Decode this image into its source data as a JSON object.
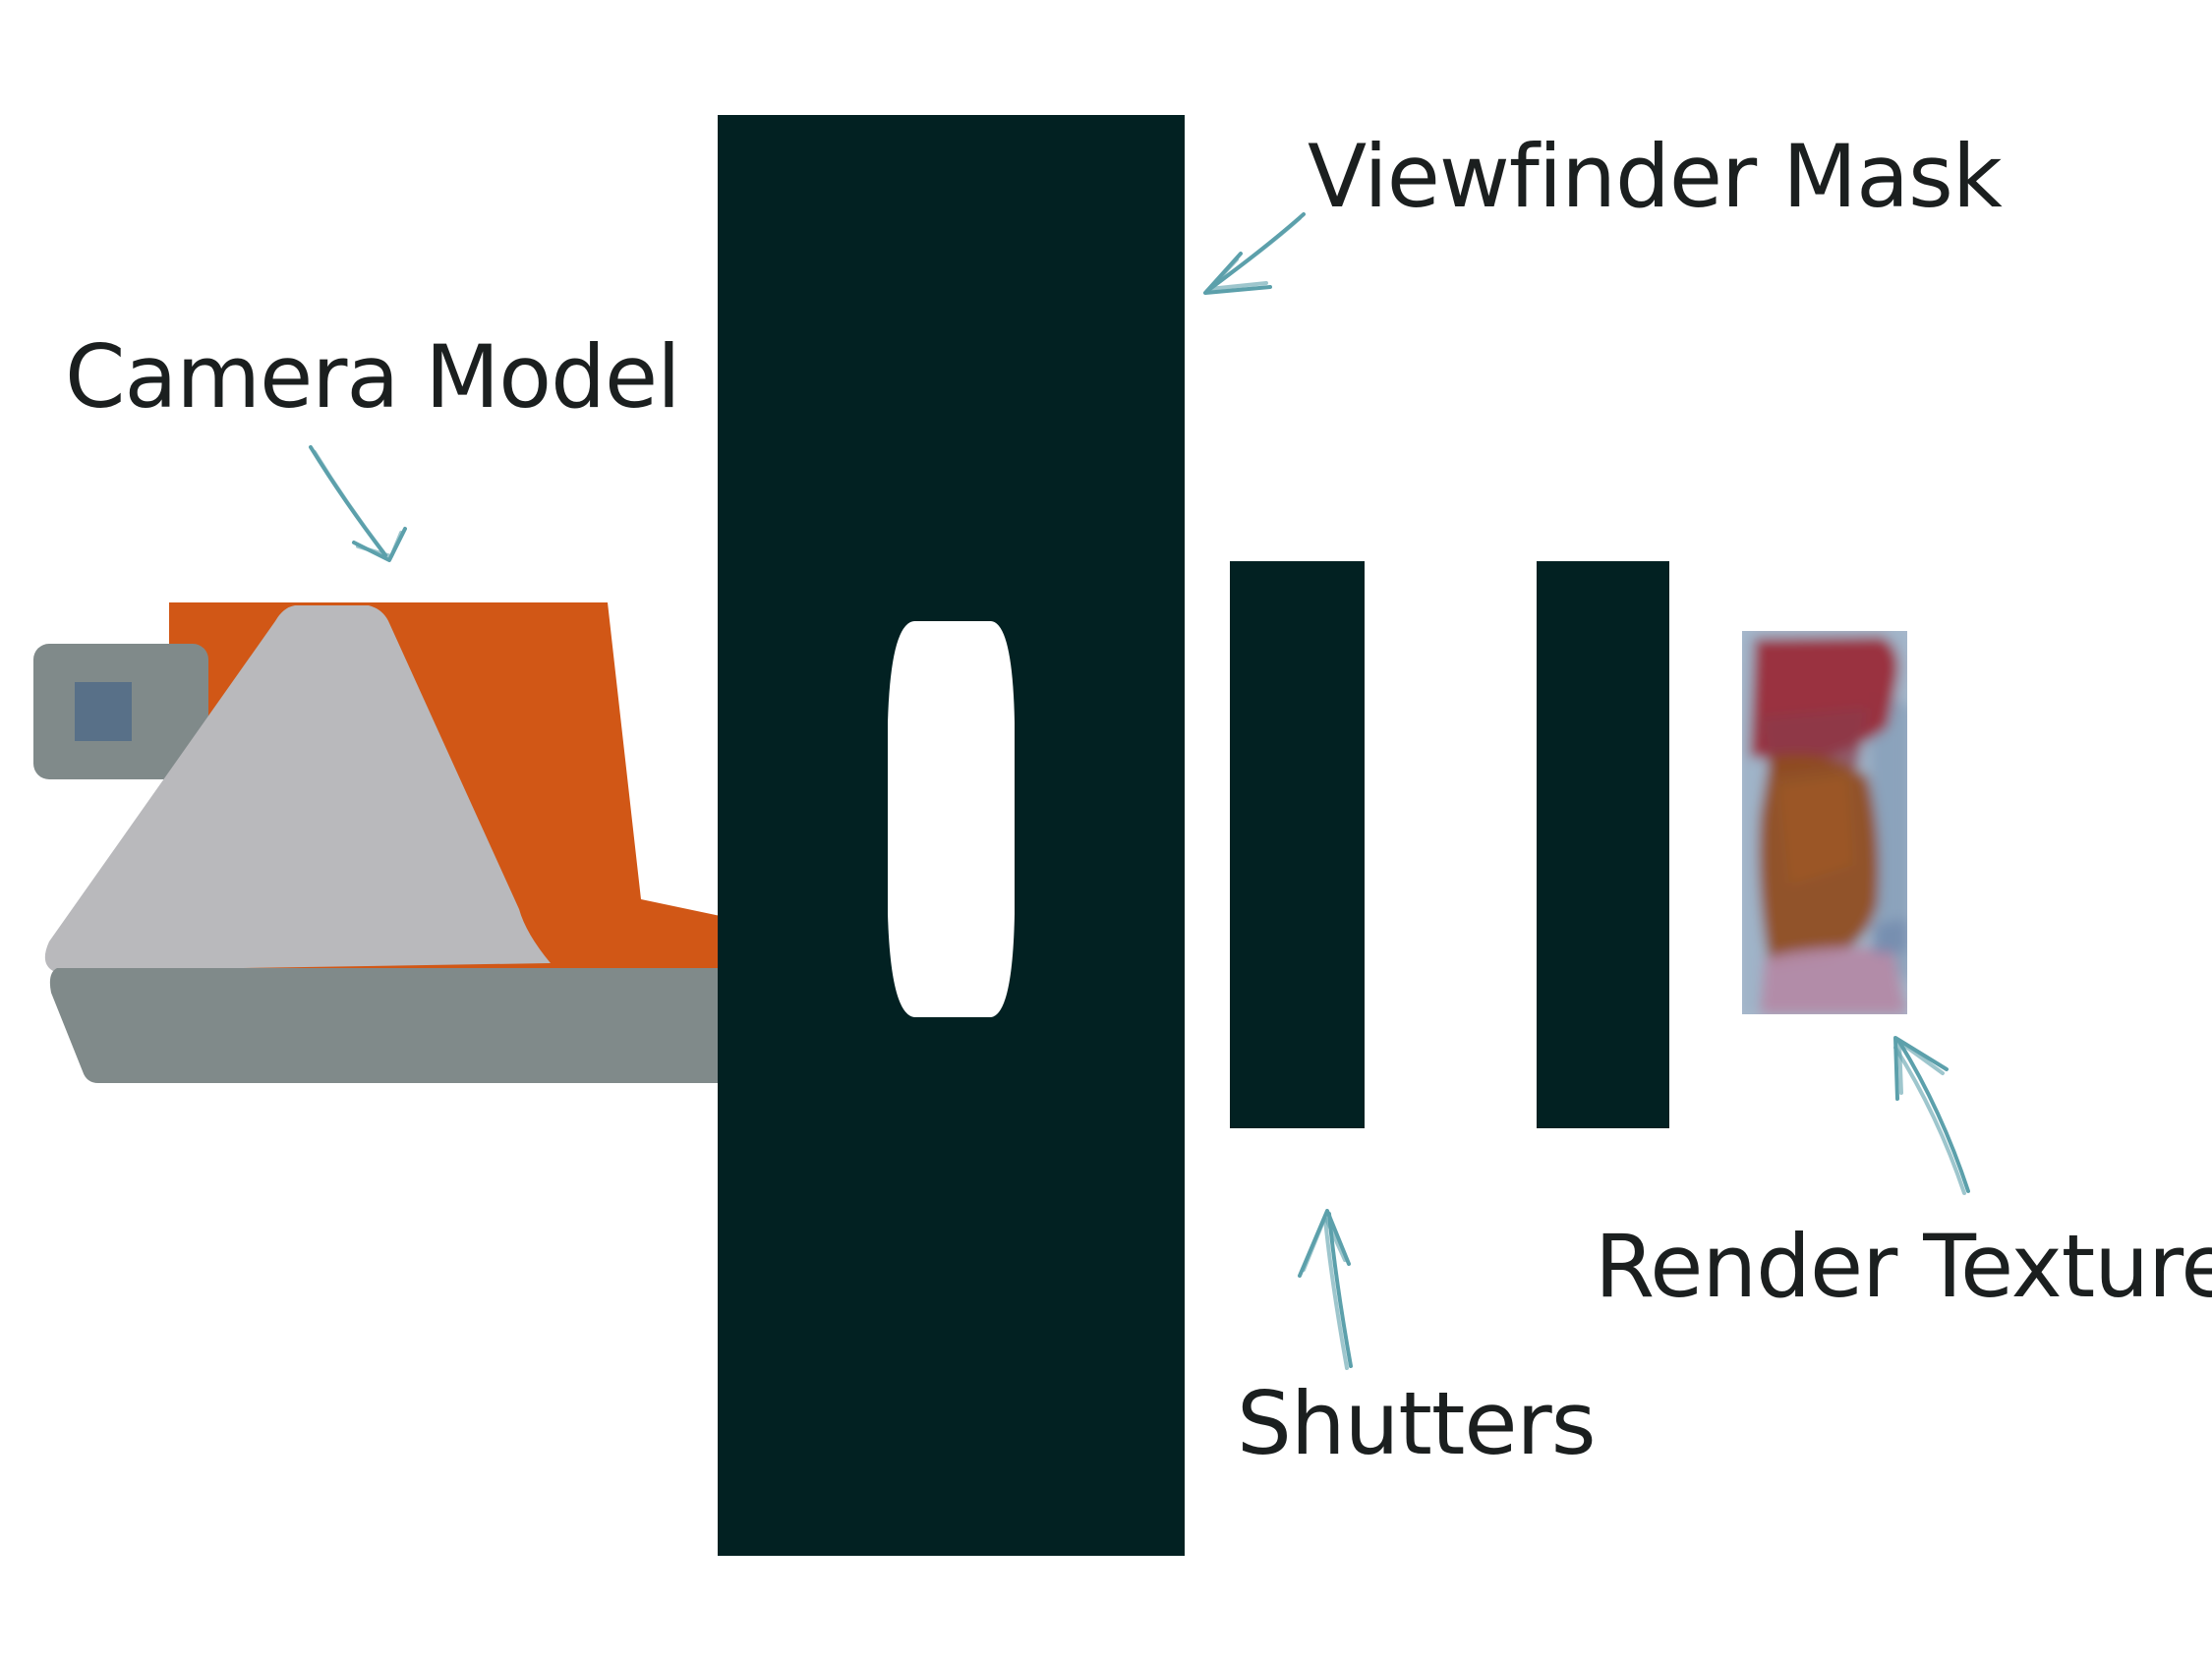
{
  "labels": {
    "camera_model": "Camera Model",
    "viewfinder_mask": "Viewfinder Mask",
    "shutters": "Shutters",
    "render_texture": "Render Texture"
  },
  "colors": {
    "mask": "#022122",
    "camera_orange": "#d15716",
    "camera_silver": "#b9b9bc",
    "camera_grey": "#808a8a",
    "viewfinder_window": "#587088",
    "arrow": "#3f8f9c",
    "texture_background": "#a9b9cc",
    "texture_red": "#9a2b3a",
    "texture_orange": "#8f4a1c",
    "texture_pink": "#b38aa6",
    "label_text": "#1b1f1f"
  }
}
